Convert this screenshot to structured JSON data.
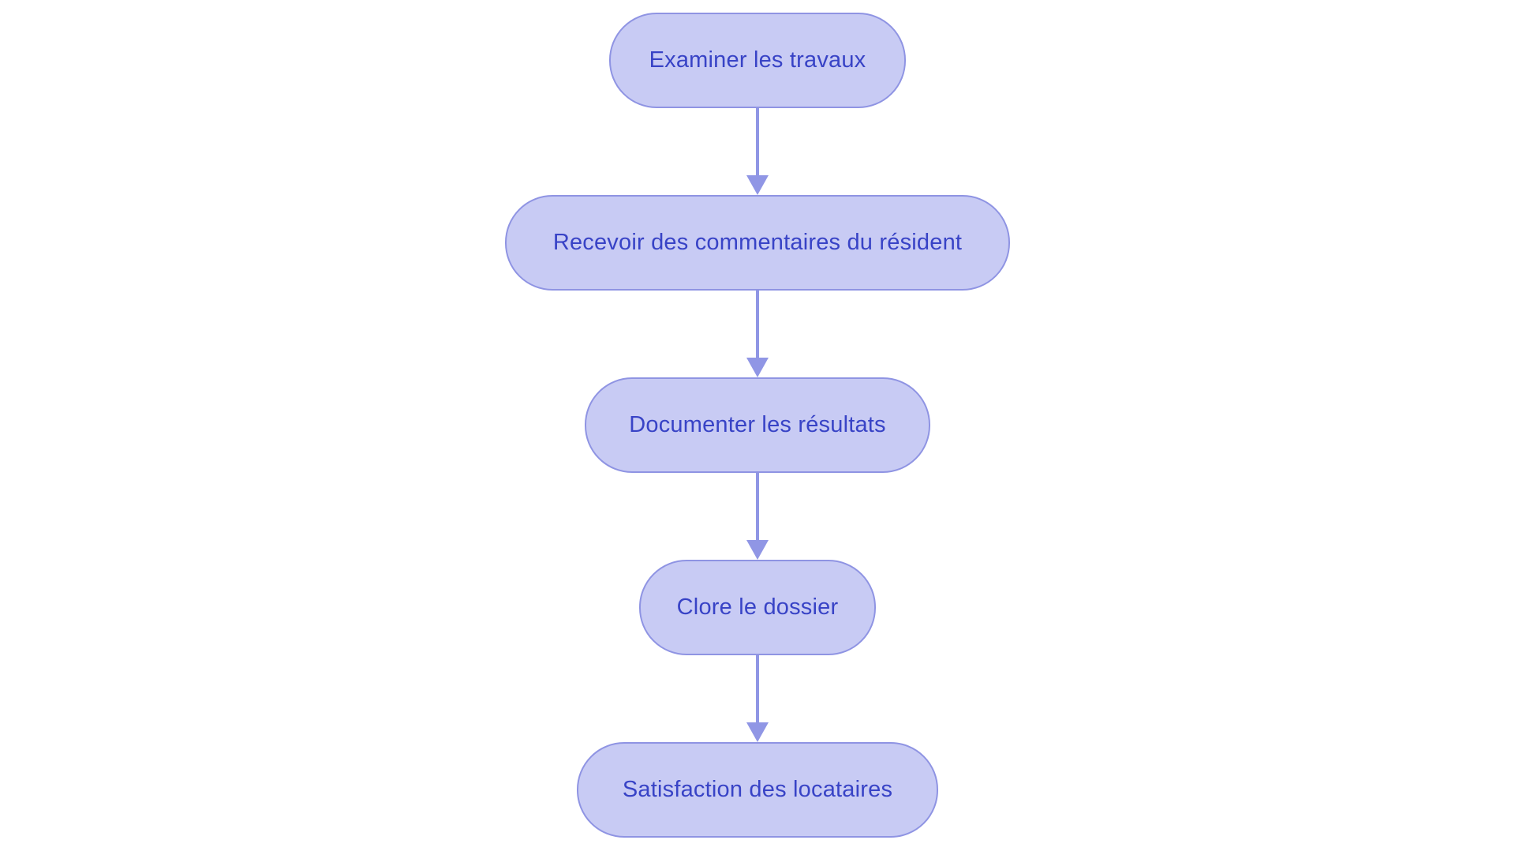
{
  "flowchart": {
    "title": "",
    "direction": "top-down",
    "nodes": [
      {
        "id": "n1",
        "label": "Examiner les travaux"
      },
      {
        "id": "n2",
        "label": "Recevoir des commentaires du résident"
      },
      {
        "id": "n3",
        "label": "Documenter les résultats"
      },
      {
        "id": "n4",
        "label": "Clore le dossier"
      },
      {
        "id": "n5",
        "label": "Satisfaction des locataires"
      }
    ],
    "edges": [
      {
        "from": "n1",
        "to": "n2",
        "style": "arrow-down"
      },
      {
        "from": "n2",
        "to": "n3",
        "style": "arrow-down"
      },
      {
        "from": "n3",
        "to": "n4",
        "style": "arrow-down"
      },
      {
        "from": "n4",
        "to": "n5",
        "style": "arrow-down"
      }
    ],
    "colors": {
      "node_fill": "#c8cbf4",
      "node_border": "#8f94e3",
      "arrow": "#9096e5",
      "text": "#3843c6",
      "canvas_bg": "#ffffff"
    }
  }
}
